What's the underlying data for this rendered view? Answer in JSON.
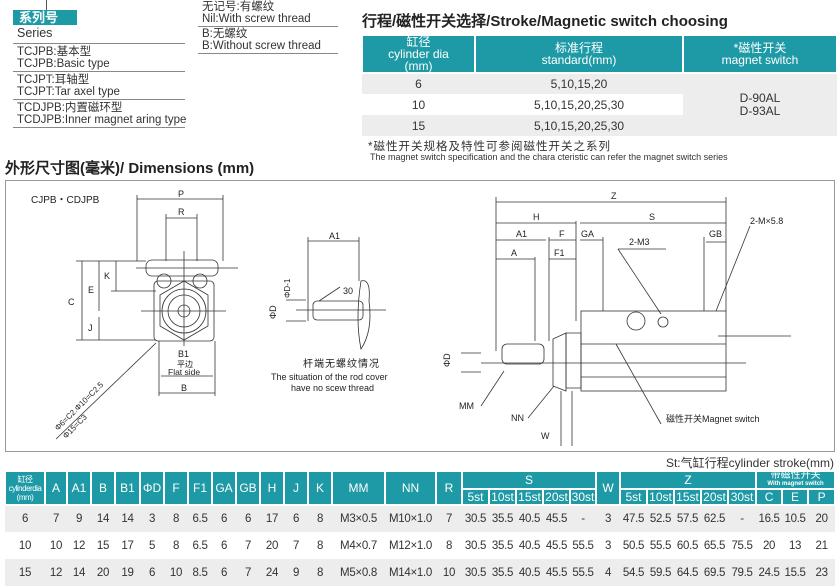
{
  "order_code": {
    "series_tag": "系列号",
    "series_label": "Series",
    "types": [
      {
        "cn": "TCJPB:基本型",
        "en": "TCJPB:Basic type"
      },
      {
        "cn": "TCJPT:耳轴型",
        "en": "TCJPT:Tar axel type"
      },
      {
        "cn": "TCDJPB:内置磁环型",
        "en": "TCDJPB:Inner magnet aring type"
      }
    ],
    "thread_options": [
      {
        "cn": "无记号:有螺纹",
        "en": "Nil:With screw thread"
      },
      {
        "cn": "B:无螺纹",
        "en": "B:Without screw thread"
      }
    ]
  },
  "stroke_section": {
    "title": "行程/磁性开关选择/Stroke/Magnetic switch choosing",
    "headers": {
      "bore_cn": "缸径",
      "bore_en": "cylinder dia",
      "bore_unit": "(mm)",
      "std_cn": "标准行程",
      "std_en": "standard(mm)",
      "sw_cn": "*磁性开关",
      "sw_en": "magnet switch"
    },
    "rows": [
      {
        "bore": "6",
        "strokes": "5,10,15,20"
      },
      {
        "bore": "10",
        "strokes": "5,10,15,20,25,30"
      },
      {
        "bore": "15",
        "strokes": "5,10,15,20,25,30"
      }
    ],
    "switches": [
      "D-90AL",
      "D-93AL"
    ],
    "note_cn": "*磁性开关规格及特性可参阅磁性开关之系列",
    "note_en": "The magnet switch specification and the chara cteristic can refer the magnet switch series"
  },
  "dimensions": {
    "title": "外形尺寸图(毫米)/ Dimensions (mm)",
    "model": "CJPB・CDJPB",
    "labels": {
      "P": "P",
      "R": "R",
      "K": "K",
      "E": "E",
      "C": "C",
      "J": "J",
      "B1": "B1",
      "flat_cn": "平边",
      "flat_en": "Flat side",
      "B": "B",
      "chamfer1": "Φ6=C2.Φ10=C2.5",
      "chamfer2": "Φ15=C3",
      "A1": "A1",
      "D1": "ΦD-1",
      "angle": "30",
      "D": "ΦD",
      "no_thread_cn": "杆端无螺纹情况",
      "no_thread_en1": "The situation of the rod cover",
      "no_thread_en2": "have no scew thread",
      "Z": "Z",
      "H": "H",
      "S": "S",
      "A": "A",
      "F": "F",
      "F1": "F1",
      "GA": "GA",
      "GB": "GB",
      "M3": "2-M3",
      "M58": "2-M×5.8",
      "MM": "MM",
      "NN": "NN",
      "W": "W",
      "switch": "磁性开关Magnet switch"
    }
  },
  "spec_table": {
    "note": "St:气缸行程cylinder stroke(mm)",
    "bore_header": [
      "缸径",
      "cylinderdia",
      "(mm)"
    ],
    "columns": [
      "A",
      "A1",
      "B",
      "B1",
      "ΦD",
      "F",
      "F1",
      "GA",
      "GB",
      "H",
      "J",
      "K",
      "MM",
      "NN",
      "R"
    ],
    "s_header": "S",
    "w_header": "W",
    "z_header": "Z",
    "stroke_cols": [
      "5st",
      "10st",
      "15st",
      "20st",
      "30st"
    ],
    "mag_header_cn": "带磁性开关",
    "mag_header_en": "With magnet switch",
    "mag_cols": [
      "C",
      "E",
      "P"
    ],
    "rows": [
      {
        "bore": "6",
        "vals": [
          "7",
          "9",
          "14",
          "14",
          "3",
          "8",
          "6.5",
          "6",
          "6",
          "17",
          "6",
          "8",
          "M3×0.5",
          "M10×1.0",
          "7"
        ],
        "S": [
          "30.5",
          "35.5",
          "40.5",
          "45.5",
          "-"
        ],
        "W": "3",
        "Z": [
          "47.5",
          "52.5",
          "57.5",
          "62.5",
          "-"
        ],
        "mag": [
          "16.5",
          "10.5",
          "20"
        ]
      },
      {
        "bore": "10",
        "vals": [
          "10",
          "12",
          "15",
          "17",
          "5",
          "8",
          "6.5",
          "6",
          "7",
          "20",
          "7",
          "8",
          "M4×0.7",
          "M12×1.0",
          "8"
        ],
        "S": [
          "30.5",
          "35.5",
          "40.5",
          "45.5",
          "55.5"
        ],
        "W": "3",
        "Z": [
          "50.5",
          "55.5",
          "60.5",
          "65.5",
          "75.5"
        ],
        "mag": [
          "20",
          "13",
          "21"
        ]
      },
      {
        "bore": "15",
        "vals": [
          "12",
          "14",
          "20",
          "19",
          "6",
          "10",
          "8.5",
          "6",
          "7",
          "24",
          "9",
          "8",
          "M5×0.8",
          "M14×1.0",
          "10"
        ],
        "S": [
          "30.5",
          "35.5",
          "40.5",
          "45.5",
          "55.5"
        ],
        "W": "4",
        "Z": [
          "54.5",
          "59.5",
          "64.5",
          "69.5",
          "79.5"
        ],
        "mag": [
          "24.5",
          "15.5",
          "23"
        ]
      }
    ]
  },
  "colors": {
    "header_teal": "#1e9aa6",
    "row_alt": "#ededed"
  }
}
